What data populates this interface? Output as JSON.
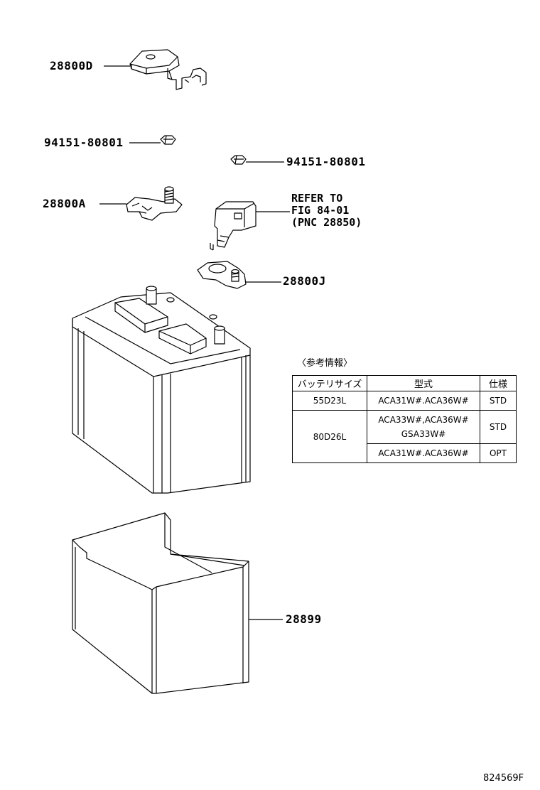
{
  "callouts": {
    "terminal_cover_d": "28800D",
    "nut_upper": "94151-80801",
    "nut_right": "94151-80801",
    "terminal_a": "28800A",
    "terminal_j": "28800J",
    "battery_tray": "28899"
  },
  "refer_note": {
    "line1": "REFER TO",
    "line2": "FIG 84-01",
    "line3": "(PNC 28850)"
  },
  "reference_table": {
    "title": "〈参考情報〉",
    "headers": [
      "バッテリサイズ",
      "型式",
      "仕様"
    ],
    "rows": [
      {
        "size": "55D23L",
        "model": "ACA31W#.ACA36W#",
        "spec": "STD"
      },
      {
        "size": "80D26L",
        "model_line1": "ACA33W#,ACA36W#",
        "model_line2": "GSA33W#",
        "spec": "STD"
      },
      {
        "model": "ACA31W#.ACA36W#",
        "spec": "OPT"
      }
    ]
  },
  "figure_id": "824569F"
}
